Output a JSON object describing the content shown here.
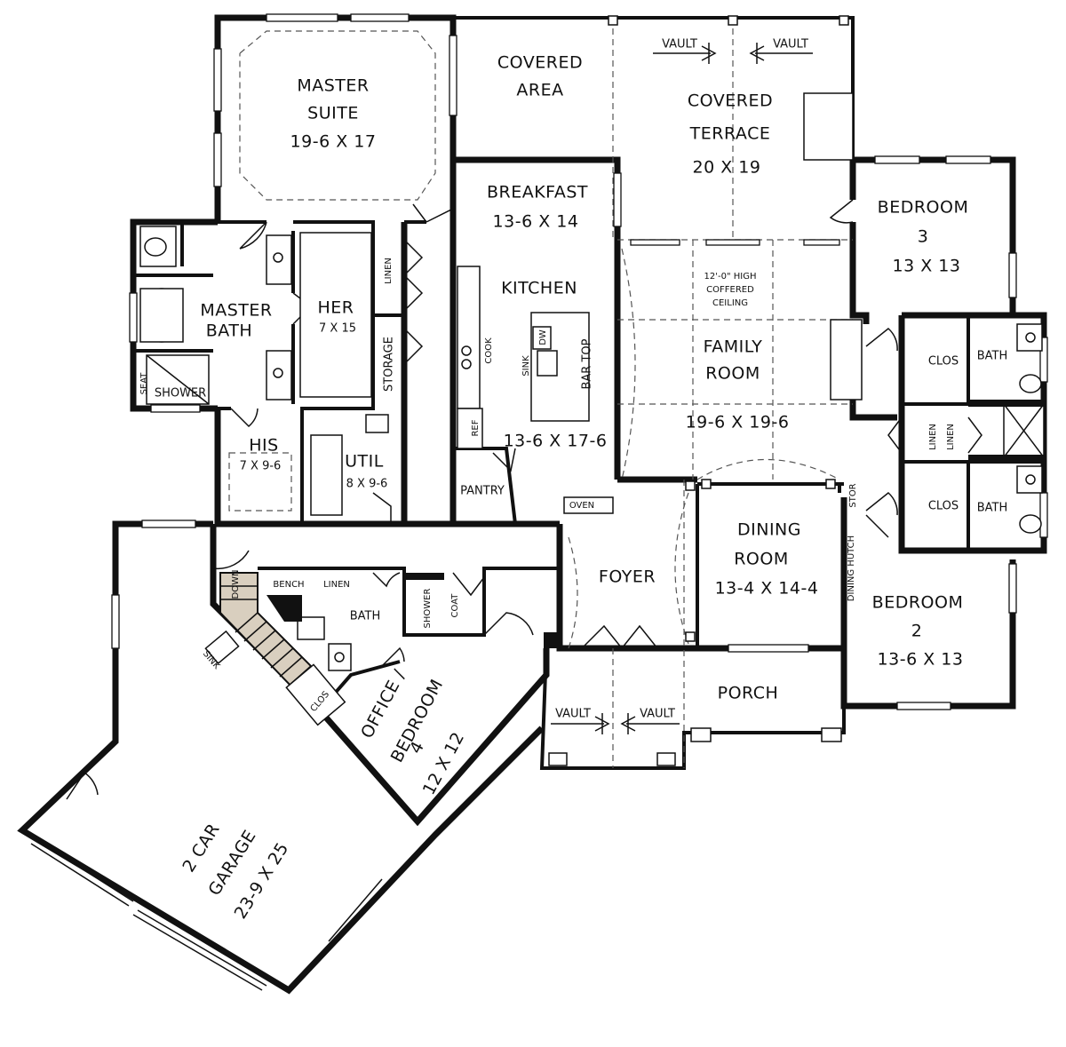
{
  "rooms": {
    "master_suite": {
      "name_1": "MASTER",
      "name_2": "SUITE",
      "size": "19-6 X 17"
    },
    "covered_area": {
      "name_1": "COVERED",
      "name_2": "AREA"
    },
    "covered_terrace": {
      "name_1": "COVERED",
      "name_2": "TERRACE",
      "size": "20 X 19"
    },
    "vault_labels": [
      "VAULT",
      "VAULT",
      "VAULT",
      "VAULT"
    ],
    "breakfast": {
      "name": "BREAKFAST",
      "size": "13-6 X 14"
    },
    "kitchen": {
      "name": "KITCHEN",
      "size": "13-6 X 17-6"
    },
    "bedroom_3": {
      "name_1": "BEDROOM",
      "name_2": "3",
      "size": "13 X 13"
    },
    "family_room": {
      "name_1": "FAMILY",
      "name_2": "ROOM",
      "size": "19-6 X 19-6",
      "ceiling_1": "12'-0\" HIGH",
      "ceiling_2": "COFFERED",
      "ceiling_3": "CEILING"
    },
    "master_bath": {
      "name_1": "MASTER",
      "name_2": "BATH"
    },
    "her": {
      "name": "HER",
      "size": "7 X 15"
    },
    "his": {
      "name": "HIS",
      "size": "7 X 9-6"
    },
    "util": {
      "name": "UTIL",
      "size": "8 X 9-6"
    },
    "linen": "LINEN",
    "storage": "STORAGE",
    "seat": "SEAT",
    "shower": "SHOWER",
    "clos": "CLOS",
    "bath": "BATH",
    "cook": "COOK",
    "sink": "SINK",
    "dw": "DW",
    "bar_top": "BAR TOP",
    "ref": "REF",
    "pantry": "PANTRY",
    "oven": "OVEN",
    "stor": "STOR",
    "dining_hutch": "DINING HUTCH",
    "foyer": "FOYER",
    "dining_room": {
      "name_1": "DINING",
      "name_2": "ROOM",
      "size": "13-4 X 14-4"
    },
    "bedroom_2": {
      "name_1": "BEDROOM",
      "name_2": "2",
      "size": "13-6 X 13"
    },
    "porch": "PORCH",
    "down": "DOWN",
    "bench": "BENCH",
    "coat": "COAT",
    "office": {
      "name_1": "OFFICE /",
      "name_2": "BEDROOM",
      "name_3": "4",
      "size": "12 X 12"
    },
    "garage": {
      "name_1": "2 CAR",
      "name_2": "GARAGE",
      "size": "23-9 X 25"
    }
  }
}
